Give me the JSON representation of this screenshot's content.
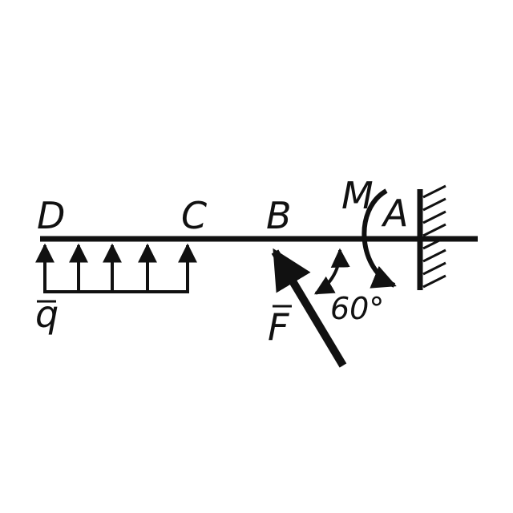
{
  "labels": {
    "D": "D",
    "C": "C",
    "B": "B",
    "M": "M",
    "A": "A",
    "q": "q",
    "F": "F",
    "angle": "60°"
  },
  "colors": {
    "ink": "#111111",
    "background": "#ffffff"
  }
}
